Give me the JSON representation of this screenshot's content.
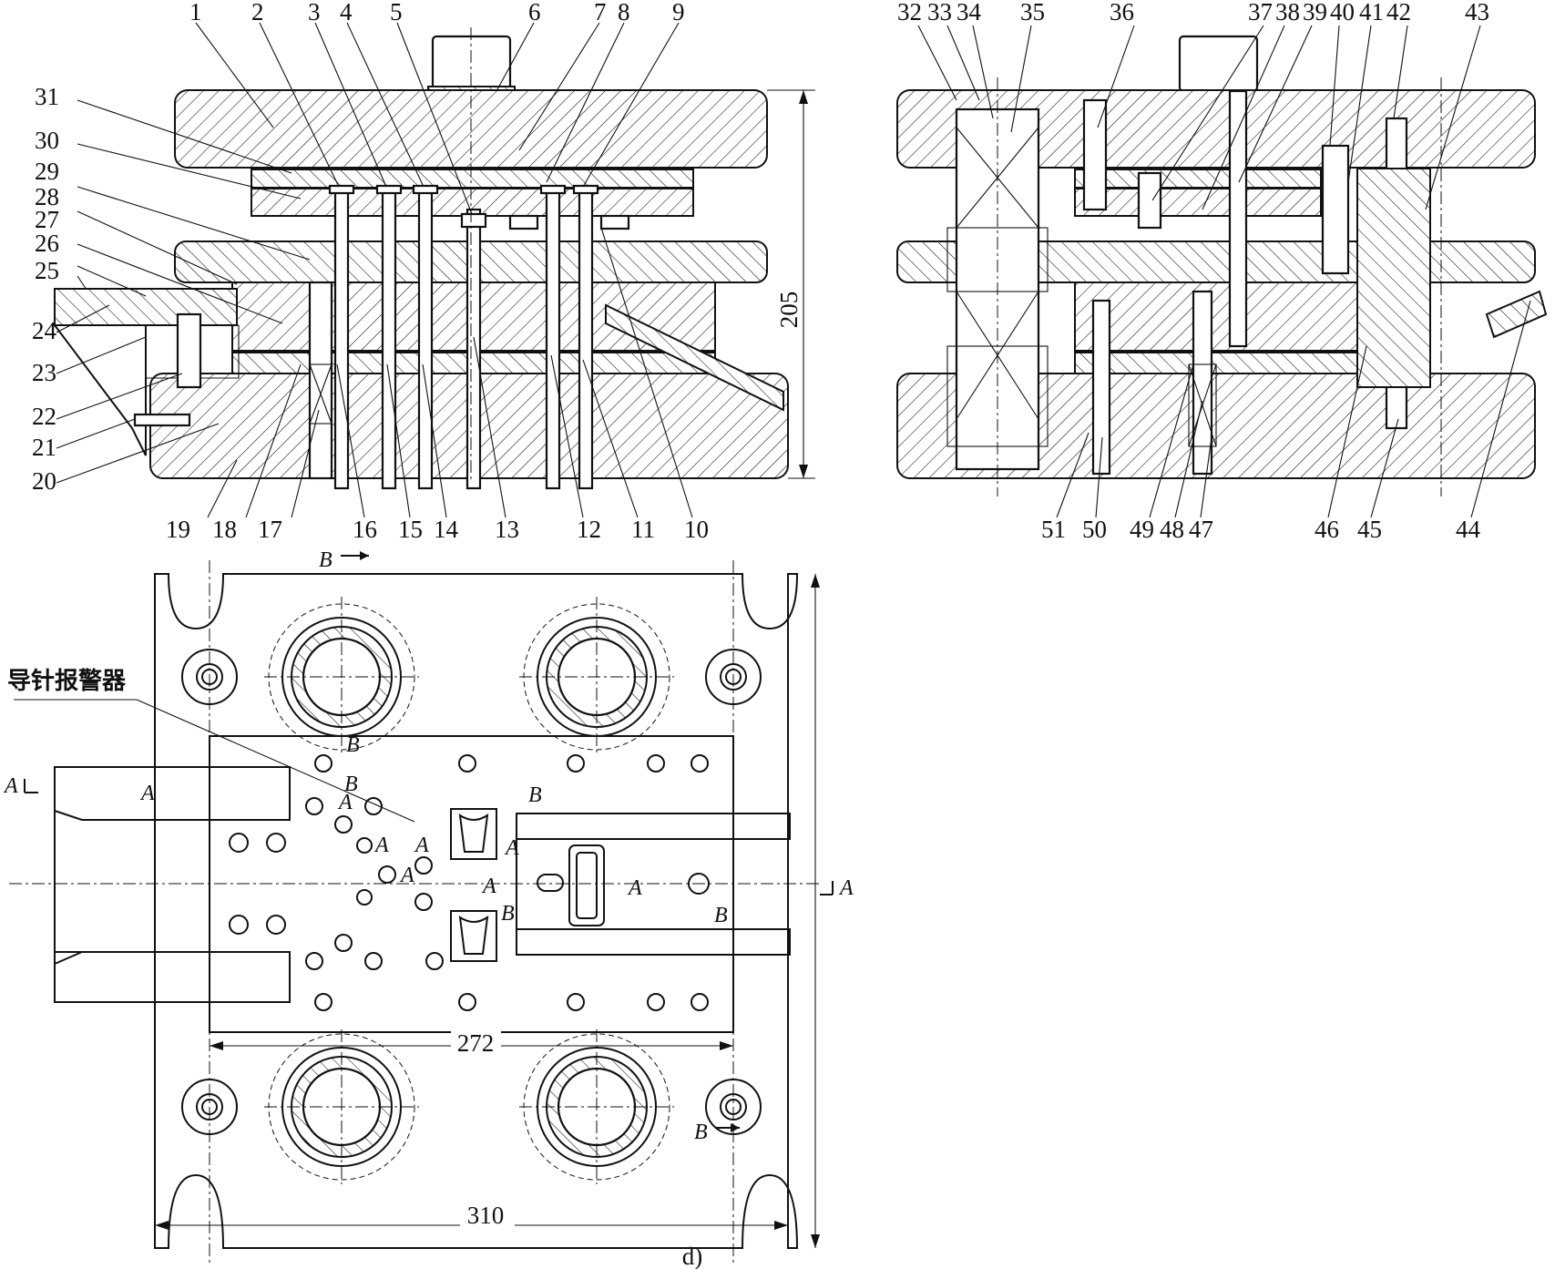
{
  "section_view": {
    "callouts_top": [
      "1",
      "2",
      "3",
      "4",
      "5",
      "6",
      "7",
      "8",
      "9"
    ],
    "callouts_left": [
      "31",
      "30",
      "29",
      "28",
      "27",
      "26",
      "25",
      "24",
      "23",
      "22",
      "21",
      "20"
    ],
    "callouts_bottom": [
      "19",
      "18",
      "17",
      "16",
      "15",
      "14",
      "13",
      "12",
      "11",
      "10"
    ],
    "height_dimension": "205"
  },
  "side_view": {
    "callouts_top": [
      "32",
      "33",
      "34",
      "35",
      "36",
      "37",
      "38",
      "39",
      "40",
      "41",
      "42",
      "43"
    ],
    "callouts_bottom": [
      "51",
      "50",
      "49",
      "48",
      "47",
      "46",
      "45",
      "44"
    ]
  },
  "plan_view": {
    "annotation": "导针报警器",
    "width_overall": "310",
    "width_inner": "272",
    "section_a": "A",
    "section_b": "B",
    "caption": "d)"
  }
}
